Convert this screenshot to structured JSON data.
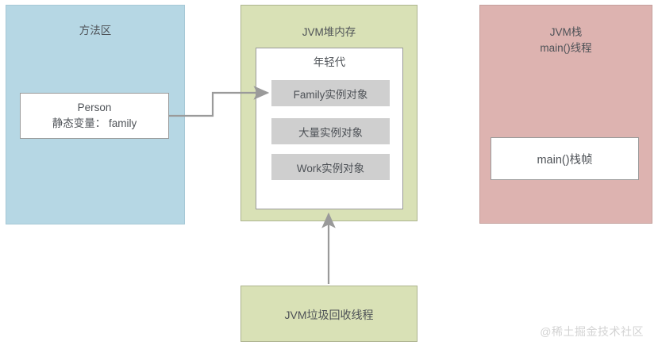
{
  "diagram": {
    "title_method_area": "方法区",
    "title_heap": "JVM堆内存",
    "title_stack_line1": "JVM栈",
    "title_stack_line2": "main()线程",
    "method_area": {
      "class_box": {
        "line1": "Person",
        "line2": "静态变量： family"
      }
    },
    "heap": {
      "young_generation_label": "年轻代",
      "objects": [
        "Family实例对象",
        "大量实例对象",
        "Work实例对象"
      ]
    },
    "stack": {
      "frame_label": "main()栈帧"
    },
    "gc": {
      "label": "JVM垃圾回收线程"
    },
    "watermark": "@稀土掘金技术社区"
  },
  "colors": {
    "method_area_fill": "#b6d7e4",
    "heap_fill": "#d9e1b6",
    "stack_fill": "#ddb3b0",
    "object_fill": "#cfcfcf",
    "box_fill": "#ffffff",
    "border": "#9a9a9a",
    "text": "#4e5257",
    "arrow": "#9a9a9a",
    "watermark": "#d3d3d3"
  }
}
